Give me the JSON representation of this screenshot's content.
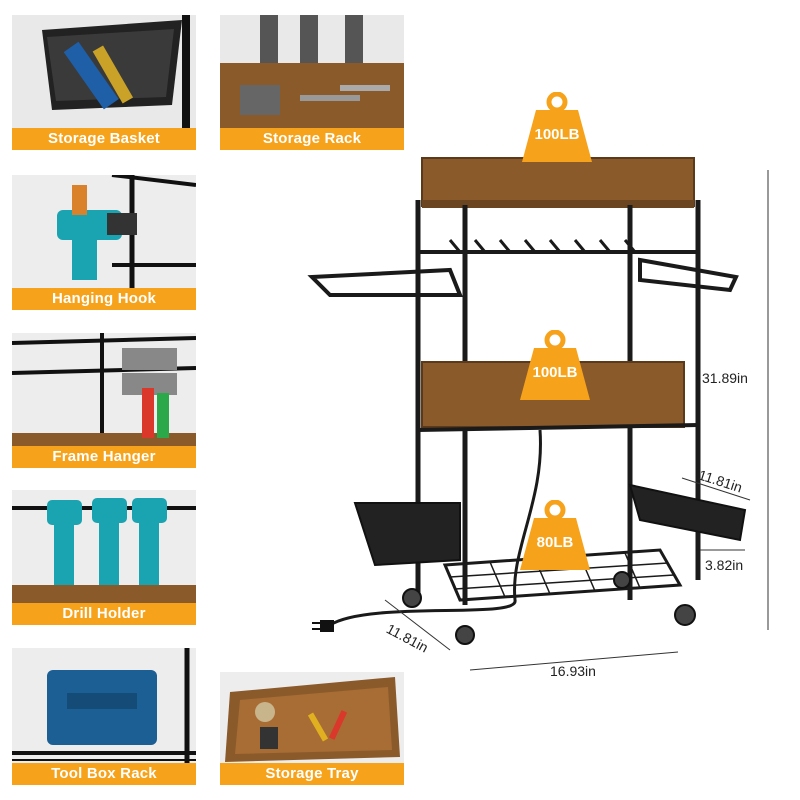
{
  "thumbnails": [
    {
      "label": "Storage Basket"
    },
    {
      "label": "Storage Rack"
    },
    {
      "label": "Hanging Hook"
    },
    {
      "label": "Frame Hanger"
    },
    {
      "label": "Drill Holder"
    },
    {
      "label": "Tool Box Rack"
    },
    {
      "label": "Storage Tray"
    }
  ],
  "weights": {
    "top": "100LB",
    "middle": "100LB",
    "bottom": "80LB"
  },
  "dimensions": {
    "height": "31.89in",
    "depth_right": "11.81in",
    "basket": "3.82in",
    "depth_left": "11.81in",
    "width": "16.93in"
  },
  "colors": {
    "accent": "#f7a21b",
    "wood": "#8b5a2b",
    "frame": "#1a1a1a"
  },
  "icons": [
    "weight-icon",
    "wheel-icon",
    "plug-icon"
  ]
}
